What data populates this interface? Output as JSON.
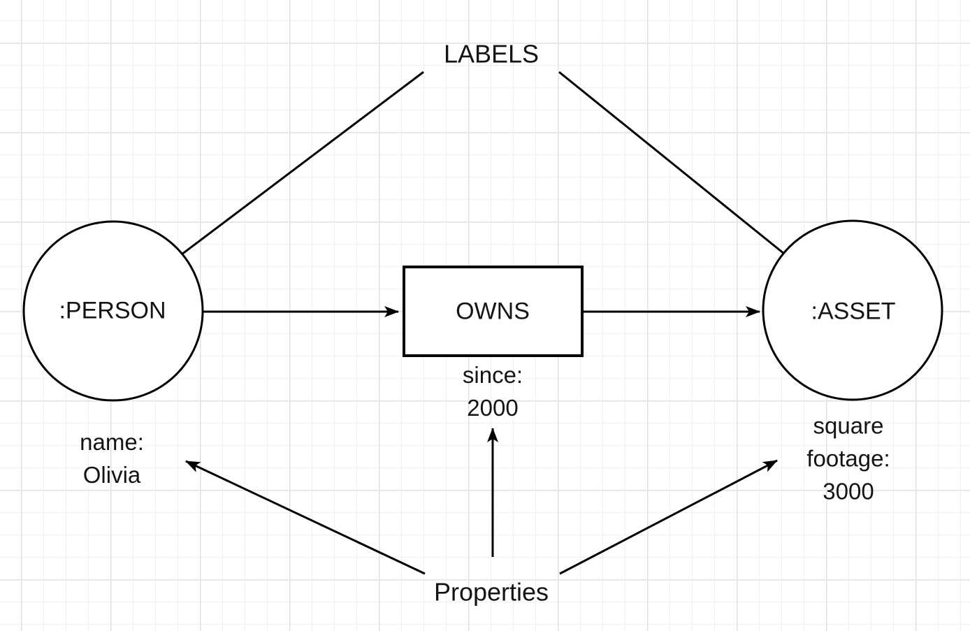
{
  "diagram": {
    "top_annotation": "LABELS",
    "bottom_annotation": "Properties",
    "nodes": {
      "person": {
        "label": ":PERSON"
      },
      "asset": {
        "label": ":ASSET"
      }
    },
    "relationship": {
      "label": "OWNS"
    },
    "properties": {
      "person": {
        "lines": [
          "name:",
          "Olivia"
        ]
      },
      "owns": {
        "lines": [
          "since:",
          "2000"
        ]
      },
      "asset": {
        "lines": [
          "square",
          "footage:",
          "3000"
        ]
      }
    },
    "colors": {
      "stroke": "#000000",
      "text": "#141414",
      "node_fill": "#ffffff",
      "background": "#ffffff",
      "grid_minor": "#f0f0f3",
      "grid_major": "#e2e2e6"
    }
  }
}
